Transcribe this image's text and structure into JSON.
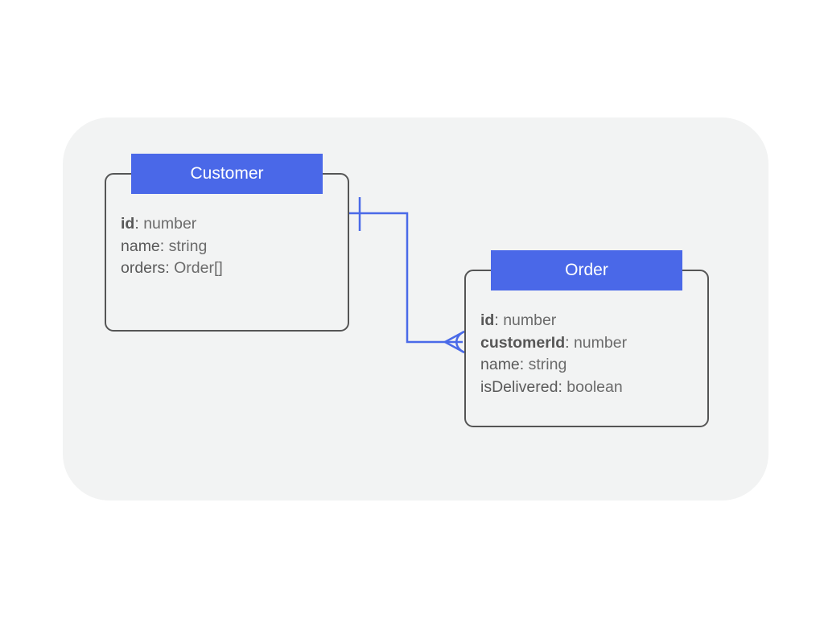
{
  "diagram": {
    "kind": "entity-relationship-diagram",
    "panel_background": "#f2f3f3",
    "accent_color": "#4a68e8",
    "border_color": "#555555",
    "text_color": "#5a5a5a",
    "entities": [
      {
        "id": "customer",
        "title": "Customer",
        "attributes": [
          {
            "name": "id",
            "separator": ": ",
            "type": "number",
            "is_key": true
          },
          {
            "name": "name",
            "separator": ": ",
            "type": "string",
            "is_key": false
          },
          {
            "name": "orders",
            "separator": ": ",
            "type": "Order[]",
            "is_key": false
          }
        ]
      },
      {
        "id": "order",
        "title": "Order",
        "attributes": [
          {
            "name": "id",
            "separator": ": ",
            "type": "number",
            "is_key": true
          },
          {
            "name": "customerId",
            "separator": ": ",
            "type": "number",
            "is_key": true
          },
          {
            "name": "name",
            "separator": ": ",
            "type": "string",
            "is_key": false
          },
          {
            "name": "isDelivered",
            "separator": ": ",
            "type": "boolean",
            "is_key": false
          }
        ]
      }
    ],
    "relationship": {
      "from": "Customer",
      "to": "Order",
      "from_cardinality": "one",
      "to_cardinality": "many",
      "line_color": "#4a6ae8"
    }
  }
}
